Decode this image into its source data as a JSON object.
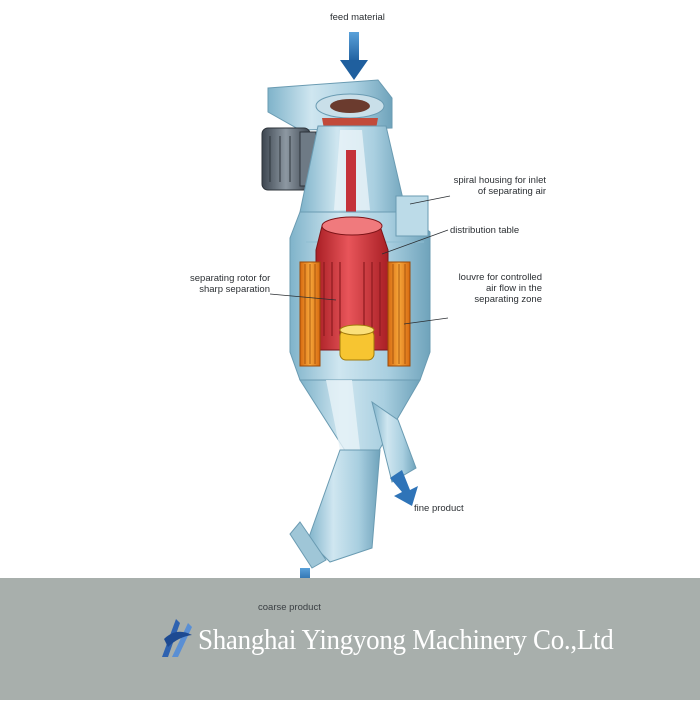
{
  "labels": {
    "feed": "feed material",
    "spiral": "spiral housing for inlet\nof separating air",
    "distribution": "distribution table",
    "rotor": "separating rotor for\nsharp separation",
    "louvre": "louvre for controlled\nair flow in the\nseparating zone",
    "fine": "fine product",
    "coarse": "coarse product"
  },
  "footer": {
    "company": "Shanghai Yingyong Machinery Co.,Ltd"
  },
  "colors": {
    "housing": "#a9cfe0",
    "housing_dark": "#7fb2c9",
    "rotor_red": "#d9363a",
    "louvre_orange": "#f08a1c",
    "cone_yellow": "#f7c531",
    "arrow_blue": "#2f74b8",
    "footer": "#a8afac"
  }
}
